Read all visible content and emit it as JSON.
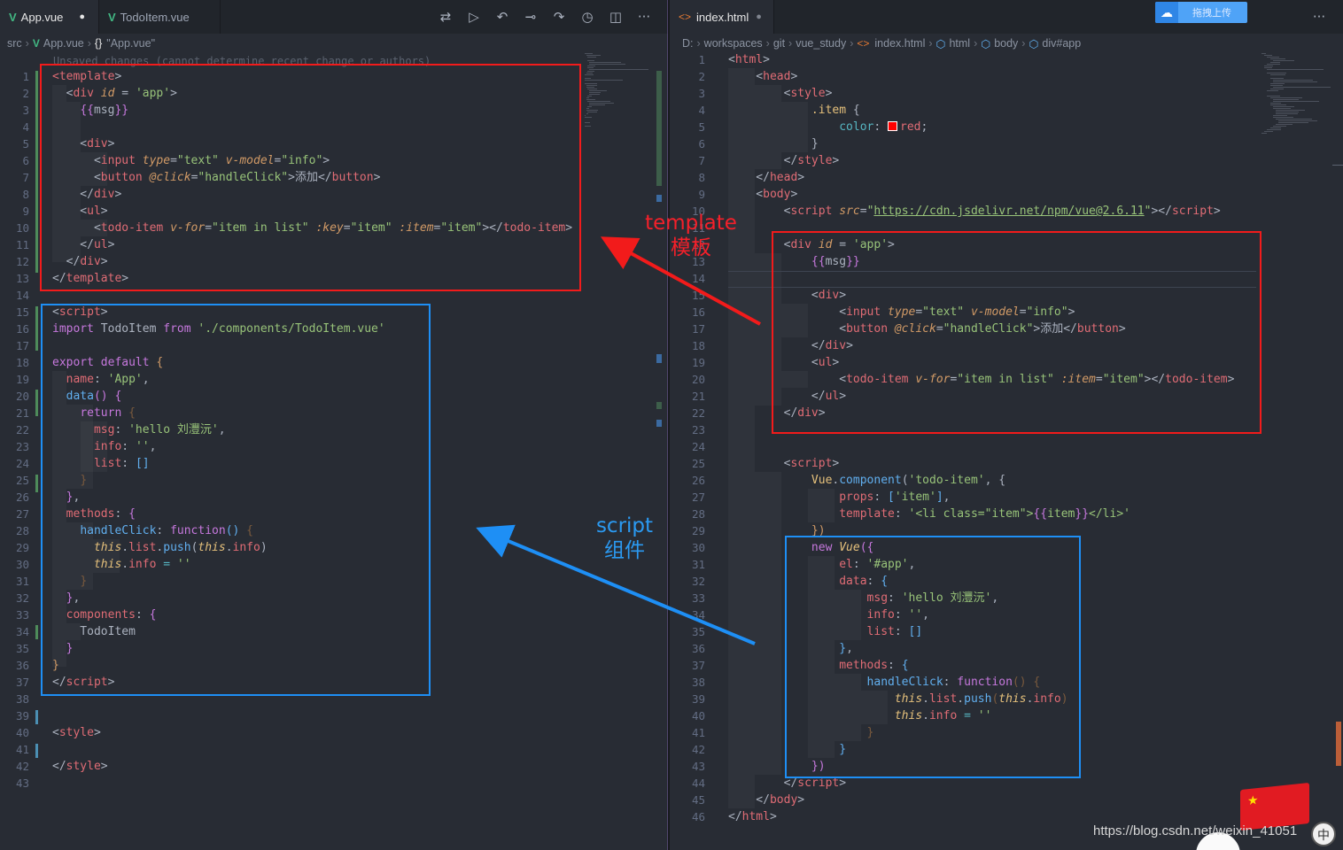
{
  "left": {
    "tabs": [
      {
        "label": "App.vue",
        "modified": "●"
      },
      {
        "label": "TodoItem.vue"
      }
    ],
    "toolbar_icons": [
      "compare-changes-icon",
      "run-icon",
      "go-back-icon",
      "commit-icon",
      "go-forward-icon",
      "open-timeline-icon",
      "split-editor-icon",
      "more-actions-icon"
    ],
    "more_label": "···",
    "breadcrumb": {
      "src": "src",
      "file": "App.vue",
      "symbol_glyph": "{}",
      "symbol": "\"App.vue\""
    },
    "hint": "Unsaved changes (cannot determine recent change or authors)"
  },
  "right": {
    "tab": {
      "label": "index.html",
      "modified": "●"
    },
    "more_label": "···",
    "upload_label": "拖拽上传",
    "breadcrumb": [
      "D:",
      "workspaces",
      "git",
      "vue_study",
      "index.html",
      "html",
      "body",
      "div#app"
    ]
  },
  "annotations": {
    "template_line1": "template",
    "template_line2": "模板",
    "script_line1": "script",
    "script_line2": "组件"
  },
  "watermark": "https://blog.csdn.net/weixin_41051",
  "badge": "中",
  "colors": {
    "red_box": "#f21b1b",
    "blue_box": "#1e8ff5"
  }
}
